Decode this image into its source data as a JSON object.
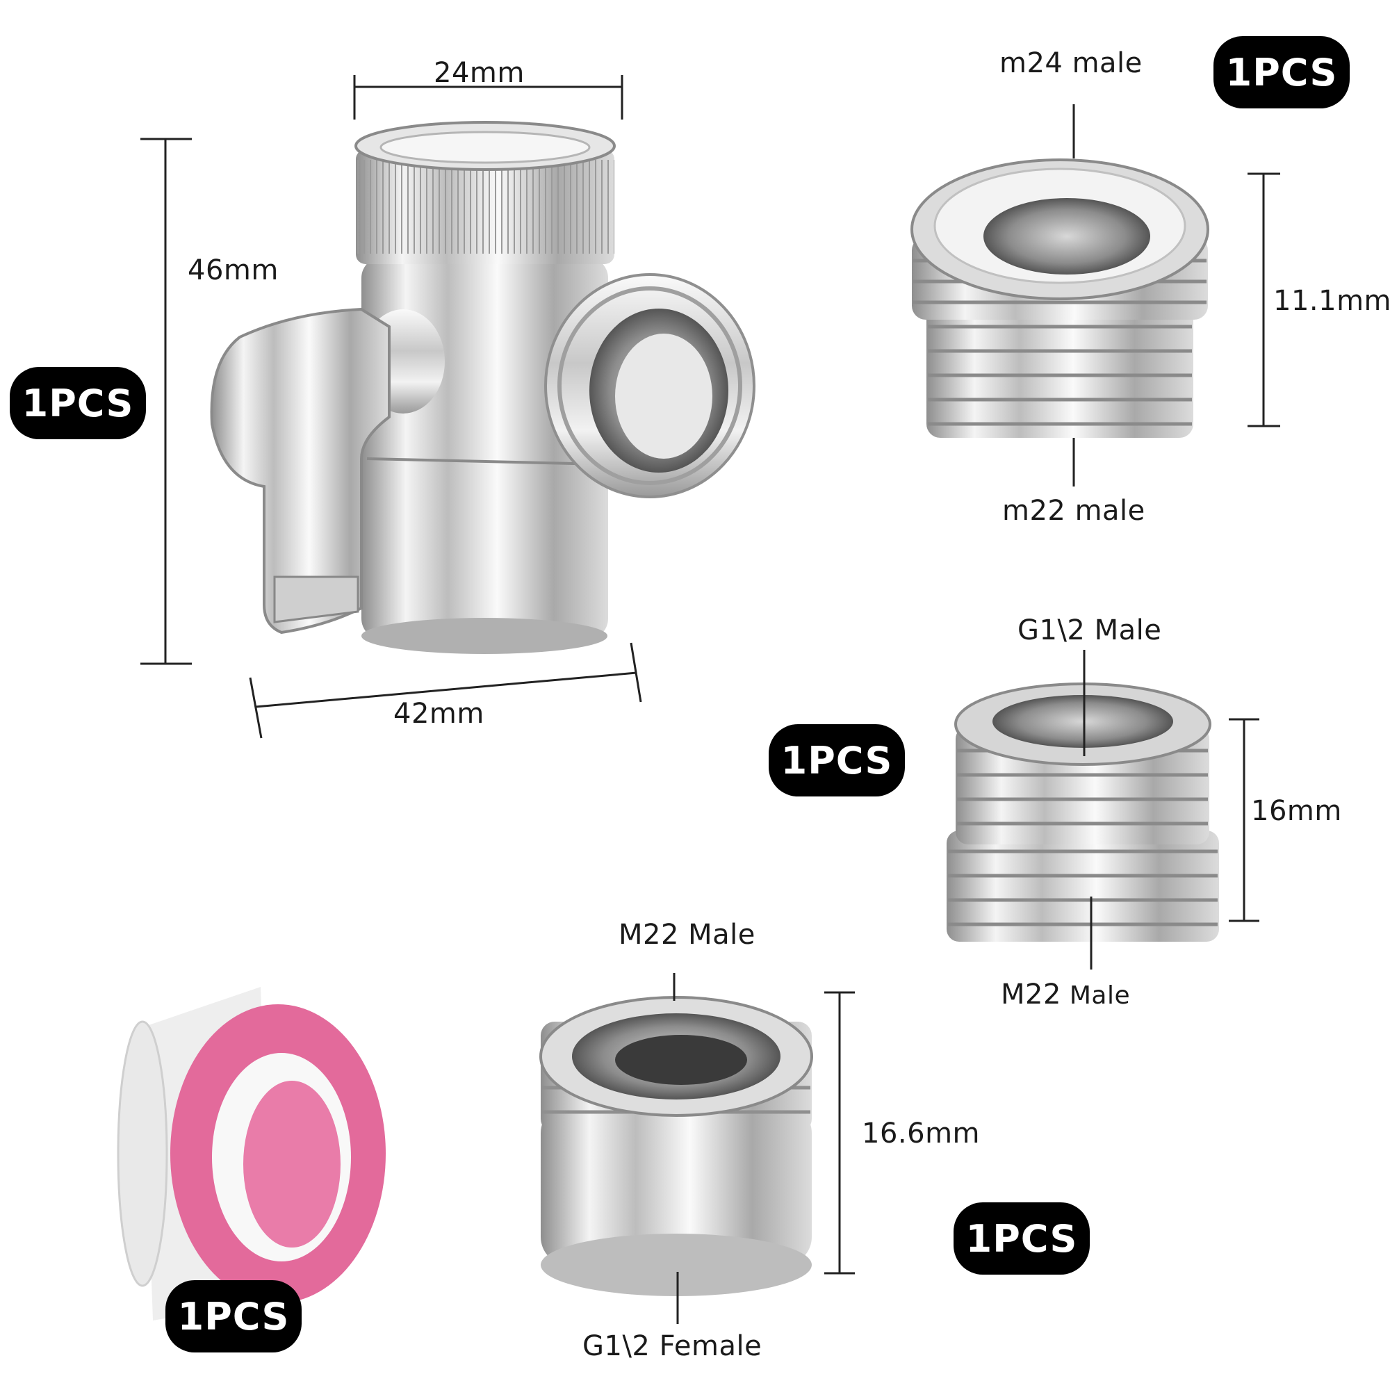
{
  "background": "#ffffff",
  "badge_color": "#000000",
  "qty_badges": [
    "1PCS",
    "1PCS",
    "1PCS",
    "1PCS",
    "1PCS"
  ],
  "diverter_valve": {
    "icon": "diverter-valve-icon",
    "top_width_label": "24mm",
    "height_label": "46mm",
    "bottom_width_label": "42mm"
  },
  "adapter_m24_m22": {
    "icon": "thread-adapter-icon",
    "top_label": "m24 male",
    "bottom_label": "m22 male",
    "height_label": "11.1mm"
  },
  "adapter_g12_m22": {
    "icon": "thread-adapter-icon",
    "top_label": "G1\\2 Male",
    "bottom_label_bold": "M22",
    "bottom_label_rest": " Male",
    "height_label": "16mm"
  },
  "adapter_m22_g12_female": {
    "icon": "female-adapter-icon",
    "top_label": "M22 Male",
    "bottom_label": "G1\\2 Female",
    "height_label": "16.6mm"
  },
  "ptfe_tape": {
    "icon": "ptfe-tape-roll-icon",
    "ring_color": "#e36a9b"
  }
}
